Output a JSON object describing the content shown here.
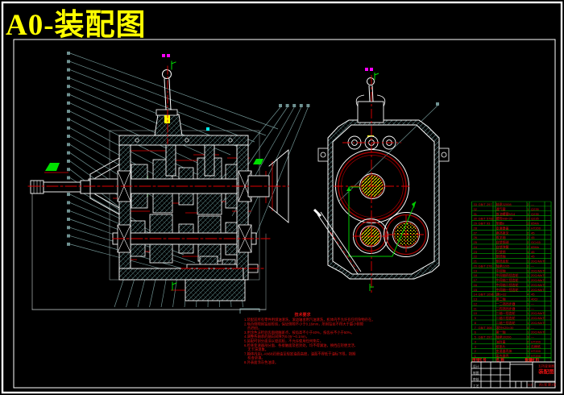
{
  "title": {
    "text": "A0-装配图",
    "color": "#ffff00"
  },
  "tech": {
    "heading": "技术要求",
    "lines": [
      "1.装配前所有零件用煤油清洗，滚动轴承用汽油清洗，机体内不允许有任何杂物存在。",
      "2.啮合侧隙用铅丝检验，保证侧隙不小于0.16mm，所用铅丝不得大于最小侧隙",
      "　的四倍。",
      "3.用涂色法检验齿面接触斑点，按齿高不小于40%，按齿长不小于50%。",
      "4.调整各轴承的轴向间隙为0.05～0.1mm。",
      "5.装配时剖分面涂以密封胶，不允许使用任何垫片。",
      "6.检查变速器剖分面、各接触面及密封处，均不得漏油，换挡应轻便灵活、",
      "　无卡滞现象。",
      "7.箱体内装L-AN68润滑油至规定油面高度，油面不得低于油标下限，按期",
      "　检查更换。",
      "8.外表面涂灰色油漆。"
    ]
  },
  "parts": {
    "headers": {
      "s": "序号",
      "c": "代 号",
      "n": "名  称",
      "q": "数量",
      "m": "材 料"
    },
    "rows": [
      {
        "s": "33",
        "c": "GB/T 297",
        "n": "轴承32008",
        "q": "2",
        "m": "—"
      },
      {
        "s": "32",
        "c": "",
        "n": "通气塞",
        "q": "1",
        "m": "Q235"
      },
      {
        "s": "31",
        "c": "",
        "n": "放油螺塞M14",
        "q": "1",
        "m": "Q235"
      },
      {
        "s": "30",
        "c": "GB/T 5782",
        "n": "螺栓M8×30",
        "q": "12",
        "m": "Q235"
      },
      {
        "s": "29",
        "c": "GB/T 93",
        "n": "垫圈8",
        "q": "12",
        "m": "65Mn"
      },
      {
        "s": "28",
        "c": "",
        "n": "变速器盖",
        "q": "1",
        "m": "HT200"
      },
      {
        "s": "27",
        "c": "",
        "n": "换挡拨叉",
        "q": "2",
        "m": "45"
      },
      {
        "s": "26",
        "c": "",
        "n": "拨叉轴",
        "q": "2",
        "m": "45"
      },
      {
        "s": "25",
        "c": "",
        "n": "自锁钢球",
        "q": "2",
        "m": "GCr15"
      },
      {
        "s": "24",
        "c": "",
        "n": "自锁弹簧",
        "q": "2",
        "m": "65Mn"
      },
      {
        "s": "23",
        "c": "",
        "n": "互锁销",
        "q": "1",
        "m": "45"
      },
      {
        "s": "22",
        "c": "",
        "n": "倒挡轴",
        "q": "1",
        "m": "45"
      },
      {
        "s": "21",
        "c": "",
        "n": "倒挡齿轮",
        "q": "1",
        "m": "20CrMnTi"
      },
      {
        "s": "20",
        "c": "GB/T 276",
        "n": "轴承6205",
        "q": "2",
        "m": "—"
      },
      {
        "s": "19",
        "c": "",
        "n": "中间轴",
        "q": "1",
        "m": "20CrMnTi"
      },
      {
        "s": "18",
        "c": "",
        "n": "中间轴四挡齿轮",
        "q": "1",
        "m": "20CrMnTi"
      },
      {
        "s": "17",
        "c": "",
        "n": "中间轴三挡齿轮",
        "q": "1",
        "m": "20CrMnTi"
      },
      {
        "s": "16",
        "c": "",
        "n": "中间轴二挡齿轮",
        "q": "1",
        "m": "20CrMnTi"
      },
      {
        "s": "15",
        "c": "",
        "n": "中间轴一挡齿轮",
        "q": "1",
        "m": "20CrMnTi"
      },
      {
        "s": "14",
        "c": "GB/T 1096",
        "n": "键6×32",
        "q": "4",
        "m": "45"
      },
      {
        "s": "13",
        "c": "",
        "n": "第二轴",
        "q": "1",
        "m": "40Cr"
      },
      {
        "s": "12",
        "c": "",
        "n": "一二挡同步器",
        "q": "1",
        "m": "—"
      },
      {
        "s": "11",
        "c": "",
        "n": "三四挡同步器",
        "q": "1",
        "m": "—"
      },
      {
        "s": "10",
        "c": "",
        "n": "二轴一挡齿轮",
        "q": "1",
        "m": "20CrMnTi"
      },
      {
        "s": "9",
        "c": "",
        "n": "二轴二挡齿轮",
        "q": "1",
        "m": "20CrMnTi"
      },
      {
        "s": "8",
        "c": "",
        "n": "二轴三挡齿轮",
        "q": "1",
        "m": "20CrMnTi"
      },
      {
        "s": "7",
        "c": "GB/T 308",
        "n": "滚针K25×30",
        "q": "4",
        "m": "—"
      },
      {
        "s": "6",
        "c": "",
        "n": "第一轴",
        "q": "1",
        "m": "20CrMnTi"
      },
      {
        "s": "5",
        "c": "GB/T 297",
        "n": "轴承30206",
        "q": "3",
        "m": "—"
      },
      {
        "s": "4",
        "c": "",
        "n": "油封盖",
        "q": "2",
        "m": "HT200"
      },
      {
        "s": "3",
        "c": "",
        "n": "纸垫片",
        "q": "2",
        "m": "石棉纸"
      },
      {
        "s": "2",
        "c": "",
        "n": "变速器壳体",
        "q": "1",
        "m": "HT200"
      },
      {
        "s": "1",
        "c": "",
        "n": "离合器壳",
        "q": "1",
        "m": "HT200"
      }
    ]
  },
  "title_block": {
    "left_labels": [
      "设计",
      "制图",
      "审核",
      "工艺"
    ],
    "name_line": "五挡变速器",
    "drawing_type": "装配图",
    "scale": "1:2",
    "sheet": "共1张 第1张"
  },
  "colors": {
    "background": "#000000",
    "outline": "#ffffff",
    "leader": "#6f9292",
    "centerline_red": "#e00000",
    "gear_circle_red": "#a00000",
    "hub_yellow": "#ffff00",
    "marks_green": "#00e000",
    "table_green": "#00b000",
    "title_yellow": "#ffff00",
    "text_red": "#dd1010",
    "magenta": "#ff00ff",
    "cyan": "#00ffff"
  }
}
